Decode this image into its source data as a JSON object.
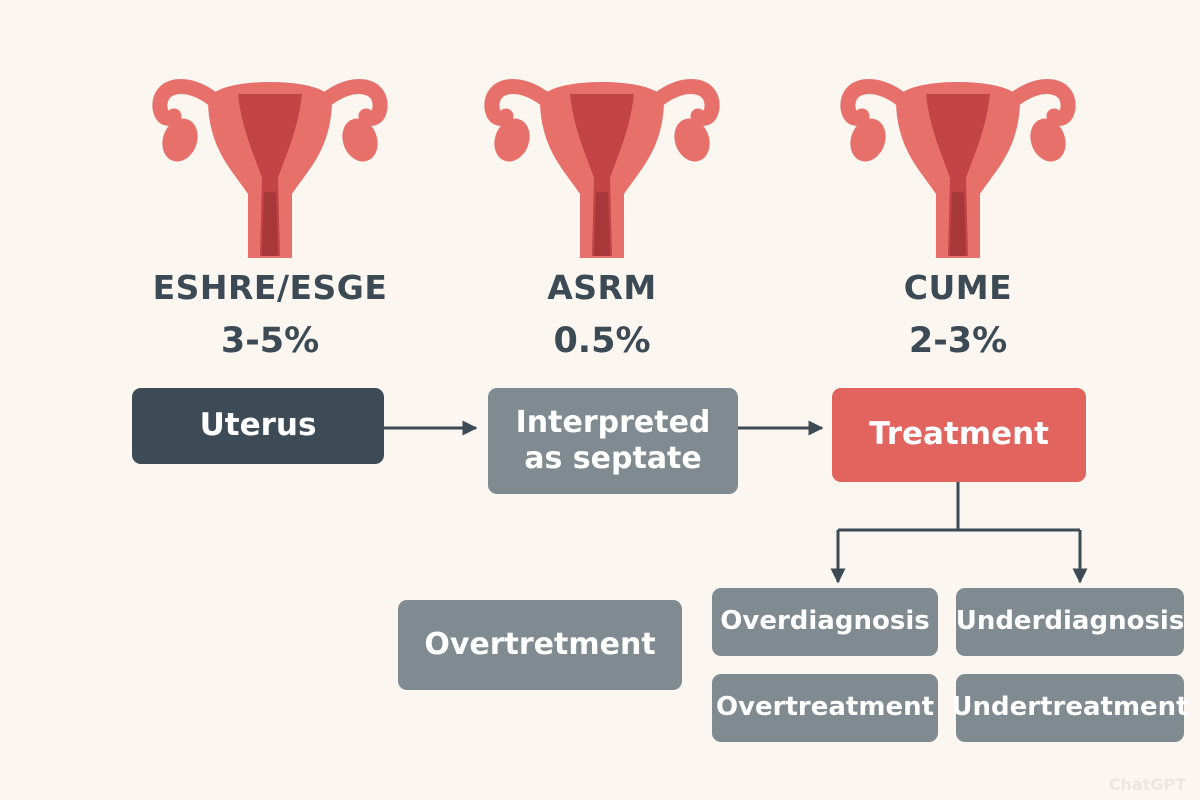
{
  "classifications": [
    {
      "name": "ESHRE/ESGE",
      "prevalence": "3-5%"
    },
    {
      "name": "ASRM",
      "prevalence": "0.5%"
    },
    {
      "name": "CUME",
      "prevalence": "2-3%"
    }
  ],
  "flow": {
    "uterus": "Uterus",
    "interpreted": "Interpreted as septate",
    "treatment": "Treatment"
  },
  "outcomes": {
    "overtretment": "Overtretment",
    "overdiagnosis": "Overdiagnosis",
    "underdiagnosis": "Underdiagnosis",
    "overtreatment": "Overtreatment",
    "undertreatment": "Undertreatment"
  },
  "colors": {
    "uterus_outer": "#e8706a",
    "uterus_inner": "#c24446",
    "dark_box": "#3c4b56",
    "gray_box": "#7f8b91",
    "red_box": "#e2645f",
    "text": "#3b4a55",
    "background": "#fbf6ef"
  },
  "watermark": "ChatGPT"
}
